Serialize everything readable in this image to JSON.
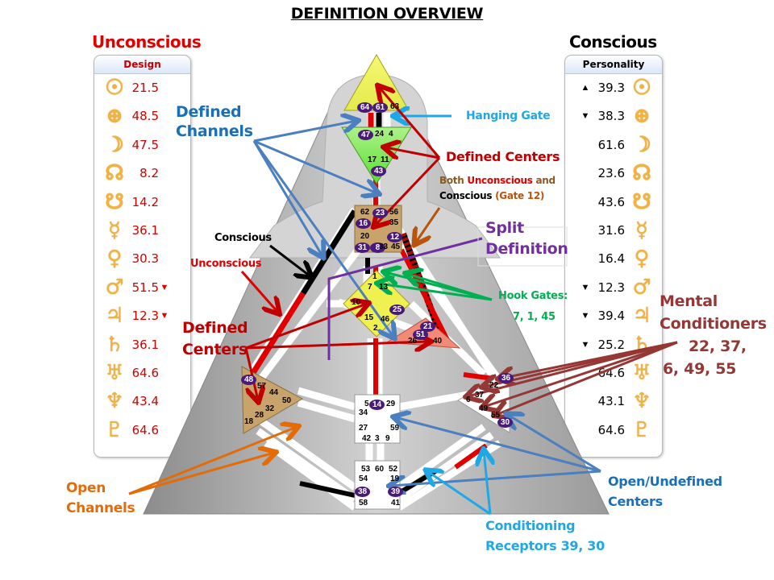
{
  "title": "DEFINITION OVERVIEW",
  "colors": {
    "unconscious": "#e00000",
    "conscious": "#000000",
    "defined_channels": "#1a6fb8",
    "hanging_gate": "#1fa8e6",
    "defined_centers": "#c00000",
    "split": "#7030a0",
    "hook": "#00b050",
    "mental": "#953735",
    "open_channels": "#e36c09",
    "receptors": "#1fa8e6",
    "glyph": "#f2b23e"
  },
  "design_panel": {
    "heading": "Unconscious",
    "header": "Design",
    "rows": [
      {
        "planet": "sun",
        "glyph": "☉",
        "value": "21.5",
        "mark": ""
      },
      {
        "planet": "earth",
        "glyph": "⊕",
        "value": "48.5",
        "mark": ""
      },
      {
        "planet": "moon",
        "glyph": "☽",
        "value": "47.5",
        "mark": ""
      },
      {
        "planet": "north-node",
        "glyph": "☊",
        "value": "8.2",
        "mark": ""
      },
      {
        "planet": "south-node",
        "glyph": "☋",
        "value": "14.2",
        "mark": ""
      },
      {
        "planet": "mercury",
        "glyph": "☿",
        "value": "36.1",
        "mark": ""
      },
      {
        "planet": "venus",
        "glyph": "♀",
        "value": "30.3",
        "mark": ""
      },
      {
        "planet": "mars",
        "glyph": "♂",
        "value": "51.5",
        "mark": "▼"
      },
      {
        "planet": "jupiter",
        "glyph": "♃",
        "value": "12.3",
        "mark": "▼"
      },
      {
        "planet": "saturn",
        "glyph": "♄",
        "value": "36.1",
        "mark": ""
      },
      {
        "planet": "uranus",
        "glyph": "♅",
        "value": "64.6",
        "mark": ""
      },
      {
        "planet": "neptune",
        "glyph": "♆",
        "value": "43.4",
        "mark": ""
      },
      {
        "planet": "pluto",
        "glyph": "♇",
        "value": "64.6",
        "mark": ""
      }
    ]
  },
  "personality_panel": {
    "heading": "Conscious",
    "header": "Personality",
    "rows": [
      {
        "planet": "sun",
        "glyph": "☉",
        "value": "39.3",
        "mark": "▲"
      },
      {
        "planet": "earth",
        "glyph": "⊕",
        "value": "38.3",
        "mark": "▼"
      },
      {
        "planet": "moon",
        "glyph": "☽",
        "value": "61.6",
        "mark": ""
      },
      {
        "planet": "north-node",
        "glyph": "☊",
        "value": "23.6",
        "mark": ""
      },
      {
        "planet": "south-node",
        "glyph": "☋",
        "value": "43.6",
        "mark": ""
      },
      {
        "planet": "mercury",
        "glyph": "☿",
        "value": "31.6",
        "mark": ""
      },
      {
        "planet": "venus",
        "glyph": "♀",
        "value": "16.4",
        "mark": ""
      },
      {
        "planet": "mars",
        "glyph": "♂",
        "value": "12.3",
        "mark": "▼"
      },
      {
        "planet": "jupiter",
        "glyph": "♃",
        "value": "39.4",
        "mark": "▼"
      },
      {
        "planet": "saturn",
        "glyph": "♄",
        "value": "25.2",
        "mark": "▼"
      },
      {
        "planet": "uranus",
        "glyph": "♅",
        "value": "64.6",
        "mark": ""
      },
      {
        "planet": "neptune",
        "glyph": "♆",
        "value": "43.1",
        "mark": ""
      },
      {
        "planet": "pluto",
        "glyph": "♇",
        "value": "64.6",
        "mark": ""
      }
    ]
  },
  "annotations": {
    "defined_channels": [
      "Defined",
      "Channels"
    ],
    "hanging_gate": "Hanging Gate",
    "defined_centers_top": "Defined Centers",
    "both": {
      "w1": "Both",
      "w2": "Unconscious",
      "w3": "and",
      "w4": "Conscious",
      "w5": "(Gate 12)"
    },
    "split": [
      "Split",
      "Definition"
    ],
    "conscious": "Conscious",
    "unconscious": "Unconscious",
    "hook": [
      "Hook Gates:",
      "7, 1, 45"
    ],
    "defined_centers_left": [
      "Defined",
      "Centers"
    ],
    "mental": [
      "Mental",
      "Conditioners",
      "22, 37,",
      "6, 49, 55"
    ],
    "open_channels": [
      "Open",
      "Channels"
    ],
    "open_centers": [
      "Open/Undefined",
      "Centers"
    ],
    "receptors": [
      "Conditioning",
      "Receptors 39, 30"
    ]
  },
  "centers": {
    "head": {
      "gates": [
        {
          "n": "64",
          "active": true
        },
        {
          "n": "61",
          "active": true
        },
        {
          "n": "63",
          "active": false
        }
      ]
    },
    "ajna": {
      "gates": [
        {
          "n": "47",
          "active": true
        },
        {
          "n": "24",
          "active": false
        },
        {
          "n": "4",
          "active": false
        },
        {
          "n": "17",
          "active": false
        },
        {
          "n": "11",
          "active": false
        },
        {
          "n": "43",
          "active": true
        }
      ]
    },
    "throat": {
      "gates": [
        {
          "n": "62",
          "active": false
        },
        {
          "n": "23",
          "active": true
        },
        {
          "n": "56",
          "active": false
        },
        {
          "n": "16",
          "active": true
        },
        {
          "n": "35",
          "active": false
        },
        {
          "n": "20",
          "active": false
        },
        {
          "n": "12",
          "active": true
        },
        {
          "n": "31",
          "active": true
        },
        {
          "n": "8",
          "active": true
        },
        {
          "n": "33",
          "active": false
        },
        {
          "n": "45",
          "active": false
        }
      ]
    },
    "g": {
      "gates": [
        {
          "n": "1",
          "active": false
        },
        {
          "n": "7",
          "active": false
        },
        {
          "n": "13",
          "active": false
        },
        {
          "n": "10",
          "active": false
        },
        {
          "n": "25",
          "active": true
        },
        {
          "n": "15",
          "active": false
        },
        {
          "n": "46",
          "active": false
        },
        {
          "n": "2",
          "active": false
        }
      ]
    },
    "heart": {
      "gates": [
        {
          "n": "21",
          "active": true
        },
        {
          "n": "51",
          "active": true
        },
        {
          "n": "26",
          "active": false
        },
        {
          "n": "40",
          "active": false
        }
      ]
    },
    "spleen": {
      "gates": [
        {
          "n": "48",
          "active": true
        },
        {
          "n": "57",
          "active": false
        },
        {
          "n": "44",
          "active": false
        },
        {
          "n": "50",
          "active": false
        },
        {
          "n": "32",
          "active": false
        },
        {
          "n": "28",
          "active": false
        },
        {
          "n": "18",
          "active": false
        }
      ]
    },
    "sacral": {
      "gates": [
        {
          "n": "5",
          "active": false
        },
        {
          "n": "14",
          "active": true
        },
        {
          "n": "29",
          "active": false
        },
        {
          "n": "34",
          "active": false
        },
        {
          "n": "27",
          "active": false
        },
        {
          "n": "59",
          "active": false
        },
        {
          "n": "42",
          "active": false
        },
        {
          "n": "3",
          "active": false
        },
        {
          "n": "9",
          "active": false
        }
      ]
    },
    "solar_plexus": {
      "gates": [
        {
          "n": "36",
          "active": true
        },
        {
          "n": "22",
          "active": false
        },
        {
          "n": "37",
          "active": false
        },
        {
          "n": "6",
          "active": false
        },
        {
          "n": "49",
          "active": false
        },
        {
          "n": "55",
          "active": false
        },
        {
          "n": "30",
          "active": true
        }
      ]
    },
    "root": {
      "gates": [
        {
          "n": "53",
          "active": false
        },
        {
          "n": "60",
          "active": false
        },
        {
          "n": "52",
          "active": false
        },
        {
          "n": "54",
          "active": false
        },
        {
          "n": "19",
          "active": false
        },
        {
          "n": "38",
          "active": true
        },
        {
          "n": "39",
          "active": true
        },
        {
          "n": "58",
          "active": false
        },
        {
          "n": "41",
          "active": false
        }
      ]
    }
  }
}
